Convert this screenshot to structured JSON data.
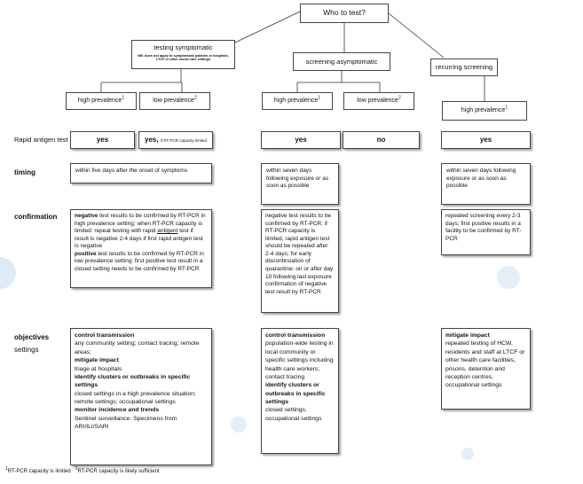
{
  "header": {
    "who": "Who to test?",
    "symptomatic": "testing symptomatic",
    "symptomatic_note": "NB: does not apply to symptomatic patients in hospitals, LTCF or other social care settings",
    "asymptomatic": "screening asymptomatic",
    "recurring": "recurring screening"
  },
  "prevalence": {
    "high": "high prevalence",
    "low": "low prevalence",
    "sup1": "1",
    "sup2": "2"
  },
  "rows": {
    "rapid": "Rapid antigen test",
    "timing": "timing",
    "confirmation": "confirmation",
    "objectives": "objectives",
    "settings": "settings"
  },
  "rapid": {
    "sym_high": "yes",
    "sym_low": "yes,",
    "sym_low_note": "if RT-PCR capacity limited",
    "asym_high": "yes",
    "asym_low": "no",
    "rec_high": "yes"
  },
  "timing": {
    "sym": "within five days after the onset of symptoms",
    "asym": "within seven days following exposure or as soon as possible",
    "rec": "within seven days following exposure or as soon as possible"
  },
  "confirmation": {
    "sym": {
      "p1_bold": "negative",
      "p1_a": " test results to be confirmed by RT-PCR in high prevalence setting; when RT-PCR capacity is limited: repeat testing with rapid ",
      "p1_u": "antigent",
      "p1_b": " test if result is negative 2-4 days if first rapid antigen test is negative",
      "p2_bold": "positive",
      "p2": " test results to be confirmed by RT-PCR in low prevalence setting; first positive test result in a closed setting needs to be confirmed by RT-PCR"
    },
    "asym": "negative test results to be confirmed by RT-PCR; if RT-PCR capacity is limited, rapid antigen test should be repeated after 2-4 days; for early discontinuation of quarantine: on or after day 10 following last exposure confirmation of negative test result by RT-PCR",
    "rec": "repeated screening every 2-3 days; first positive results in a facility to be confirmed by RT-PCR"
  },
  "objectives": {
    "sym": {
      "h1": "control transmission",
      "t1": "any community setting; contact tracing; remote areas;",
      "h2": "mitigate impact",
      "t2": "triage at hospitals",
      "h3": "identify clusters or outbreaks in specific settings",
      "t3": "closed settings in a high prevalence situation; remote settings; occupational settings",
      "h4": "monitor incidence and trends",
      "t4": "Sentinel surveillance: Specimens from ARI/ILI/SARI"
    },
    "asym": {
      "h1": "control transmission",
      "t1": "population-wide testing in local community or specific settings including health care workers; contact tracing",
      "h2": "identify clusters or outbreaks in specific settings",
      "t2": "closed settings; occupational settings"
    },
    "rec": {
      "h1": "mitigate impact",
      "t1": "repeated testing of HCW, residents and staff at LTCF or other health care facilities, prisons, detention and reception centres, occupational settings"
    }
  },
  "footnotes": {
    "f1": "RT-PCR capacity is limited",
    "f2": "RT-PCR capacity is likely sufficient"
  },
  "colors": {
    "decoration": "#cfe3f3",
    "border": "#444444"
  }
}
